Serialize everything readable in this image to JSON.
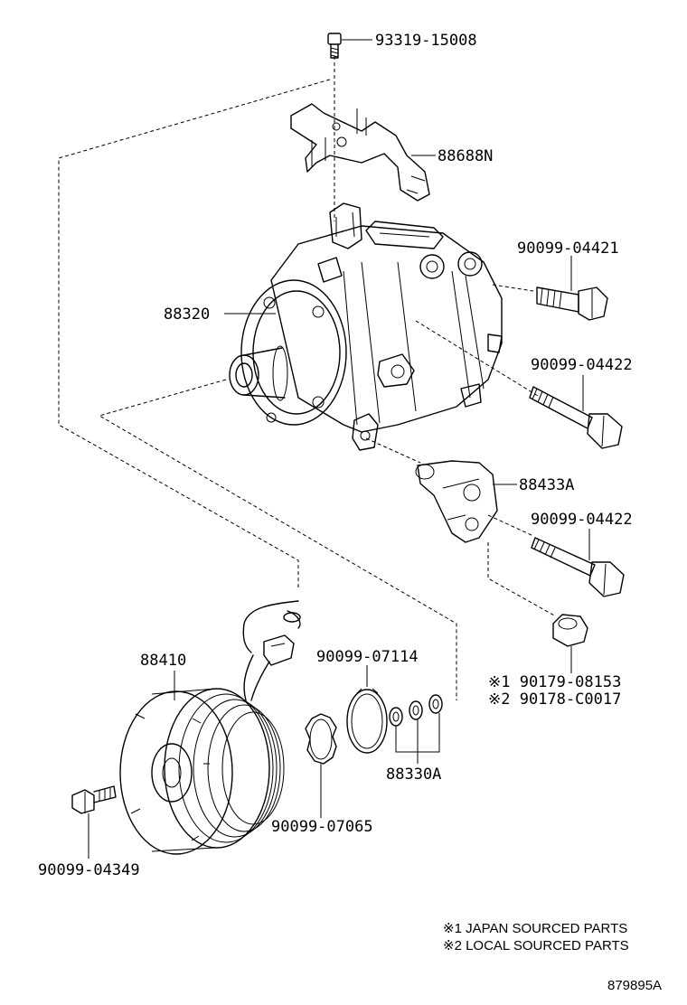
{
  "labels": {
    "p93319": "93319-15008",
    "p88688": "88688N",
    "p04421": "90099-04421",
    "p88320": "88320",
    "p04422a": "90099-04422",
    "p88433": "88433A",
    "p04422b": "90099-04422",
    "p88410": "88410",
    "p07114": "90099-07114",
    "p08153": "※1 90179-08153",
    "pC0017": "※2 90178-C0017",
    "p88330": "88330A",
    "p07065": "90099-07065",
    "p04349": "90099-04349"
  },
  "notes": {
    "japan": "※1 JAPAN SOURCED PARTS",
    "local": "※2 LOCAL SOURCED PARTS"
  },
  "diagram_id": "879895A"
}
